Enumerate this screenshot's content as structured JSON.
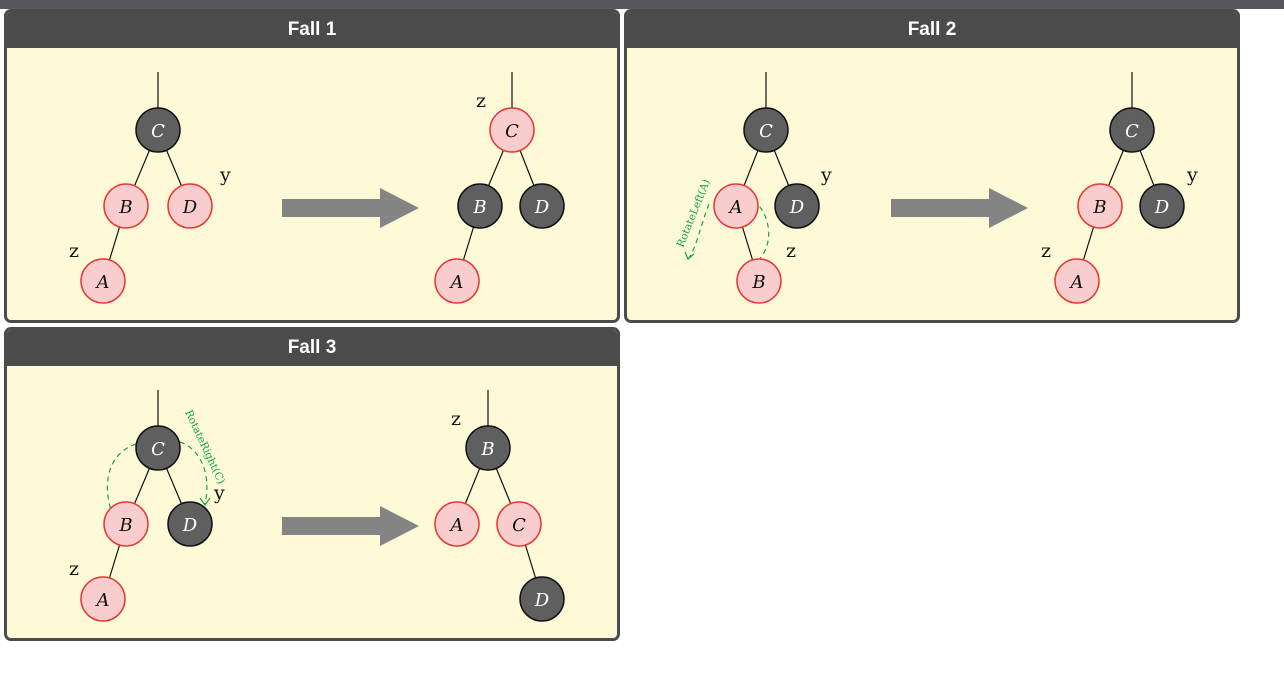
{
  "panels": [
    {
      "title": "Fall 1"
    },
    {
      "title": "Fall 2"
    },
    {
      "title": "Fall 3"
    }
  ],
  "nodes": {
    "a": "A",
    "b": "B",
    "c": "C",
    "d": "D"
  },
  "tags": {
    "z": "z",
    "y": "y"
  },
  "rotations": {
    "left": "RotateLeft(A)",
    "right": "RotateRight(C)"
  },
  "colors": {
    "red_fill": "#f9cdcd",
    "red_stroke": "#e53935",
    "black_fill": "#5f5f5f",
    "black_stroke": "#111111",
    "panel_bg": "#fefad8",
    "header_bg": "#4b4b4b",
    "arrow": "#848484",
    "rotation_green": "#13a34a"
  }
}
